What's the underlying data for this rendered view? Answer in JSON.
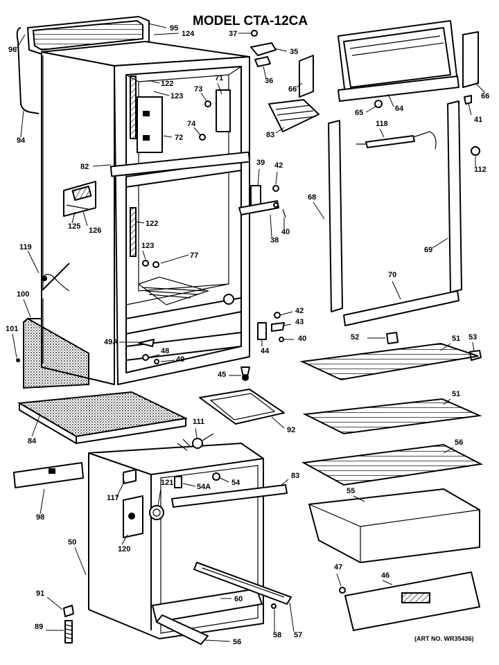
{
  "title": "MODEL CTA-12CA",
  "art_number": "(ART NO. WR35436)",
  "callouts": [
    {
      "id": "c95",
      "text": "95"
    },
    {
      "id": "c124",
      "text": "124"
    },
    {
      "id": "c37",
      "text": "37"
    },
    {
      "id": "c35",
      "text": "35"
    },
    {
      "id": "c96",
      "text": "96"
    },
    {
      "id": "c122a",
      "text": "122"
    },
    {
      "id": "c123a",
      "text": "123"
    },
    {
      "id": "c73",
      "text": "73"
    },
    {
      "id": "c71",
      "text": "71"
    },
    {
      "id": "c36",
      "text": "36"
    },
    {
      "id": "c66a",
      "text": "66"
    },
    {
      "id": "c66b",
      "text": "66"
    },
    {
      "id": "c65",
      "text": "65"
    },
    {
      "id": "c64a",
      "text": "64"
    },
    {
      "id": "c41",
      "text": "41"
    },
    {
      "id": "c94",
      "text": "94"
    },
    {
      "id": "c74",
      "text": "74"
    },
    {
      "id": "c72",
      "text": "72"
    },
    {
      "id": "c83a",
      "text": "83"
    },
    {
      "id": "c118",
      "text": "118"
    },
    {
      "id": "c82",
      "text": "82"
    },
    {
      "id": "c39",
      "text": "39"
    },
    {
      "id": "c42a",
      "text": "42"
    },
    {
      "id": "c112",
      "text": "112"
    },
    {
      "id": "c68",
      "text": "68"
    },
    {
      "id": "c125",
      "text": "125"
    },
    {
      "id": "c126",
      "text": "126"
    },
    {
      "id": "c122b",
      "text": "122"
    },
    {
      "id": "c40a",
      "text": "40"
    },
    {
      "id": "c38",
      "text": "38"
    },
    {
      "id": "c69",
      "text": "69"
    },
    {
      "id": "c119",
      "text": "119"
    },
    {
      "id": "c123b",
      "text": "123"
    },
    {
      "id": "c77",
      "text": "77"
    },
    {
      "id": "c70",
      "text": "70"
    },
    {
      "id": "c100",
      "text": "100"
    },
    {
      "id": "c42b",
      "text": "42"
    },
    {
      "id": "c43",
      "text": "43"
    },
    {
      "id": "c101",
      "text": "101"
    },
    {
      "id": "c49a",
      "text": "49A"
    },
    {
      "id": "c40b",
      "text": "40"
    },
    {
      "id": "c52",
      "text": "52"
    },
    {
      "id": "c53",
      "text": "53"
    },
    {
      "id": "c51a",
      "text": "51"
    },
    {
      "id": "c44",
      "text": "44"
    },
    {
      "id": "c48",
      "text": "48"
    },
    {
      "id": "c49",
      "text": "49"
    },
    {
      "id": "c45",
      "text": "45"
    },
    {
      "id": "c51b",
      "text": "51"
    },
    {
      "id": "c84",
      "text": "84"
    },
    {
      "id": "c92",
      "text": "92"
    },
    {
      "id": "c111",
      "text": "111"
    },
    {
      "id": "c56a",
      "text": "56"
    },
    {
      "id": "c54a",
      "text": "54A"
    },
    {
      "id": "c54",
      "text": "54"
    },
    {
      "id": "c83b",
      "text": "83"
    },
    {
      "id": "c117",
      "text": "117"
    },
    {
      "id": "c121",
      "text": "121"
    },
    {
      "id": "c55",
      "text": "55"
    },
    {
      "id": "c98",
      "text": "98"
    },
    {
      "id": "c120",
      "text": "120"
    },
    {
      "id": "c50",
      "text": "50"
    },
    {
      "id": "c47",
      "text": "47"
    },
    {
      "id": "c46",
      "text": "46"
    },
    {
      "id": "c91",
      "text": "91"
    },
    {
      "id": "c60",
      "text": "60"
    },
    {
      "id": "c89",
      "text": "89"
    },
    {
      "id": "c58",
      "text": "58"
    },
    {
      "id": "c57",
      "text": "57"
    },
    {
      "id": "c56b",
      "text": "56"
    }
  ]
}
